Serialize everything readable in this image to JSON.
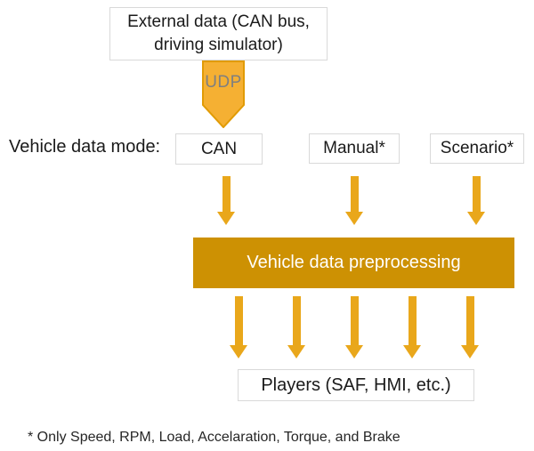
{
  "diagram": {
    "external_source": "External data (CAN bus, driving simulator)",
    "udp_arrow_label": "UDP",
    "mode_row_label": "Vehicle data mode:",
    "modes": [
      {
        "label": "CAN"
      },
      {
        "label": "Manual*"
      },
      {
        "label": "Scenario*"
      }
    ],
    "preprocessing": "Vehicle data preprocessing",
    "players": "Players (SAF, HMI, etc.)",
    "footnote": "* Only Speed, RPM, Load, Accelaration, Torque, and Brake",
    "colors": {
      "arrow": "#E9A71B",
      "udp_fill": "#F5B033",
      "udp_border": "#E19B05",
      "preprocessing_bg": "#CD9103",
      "box_border": "#D9D9D9"
    }
  }
}
